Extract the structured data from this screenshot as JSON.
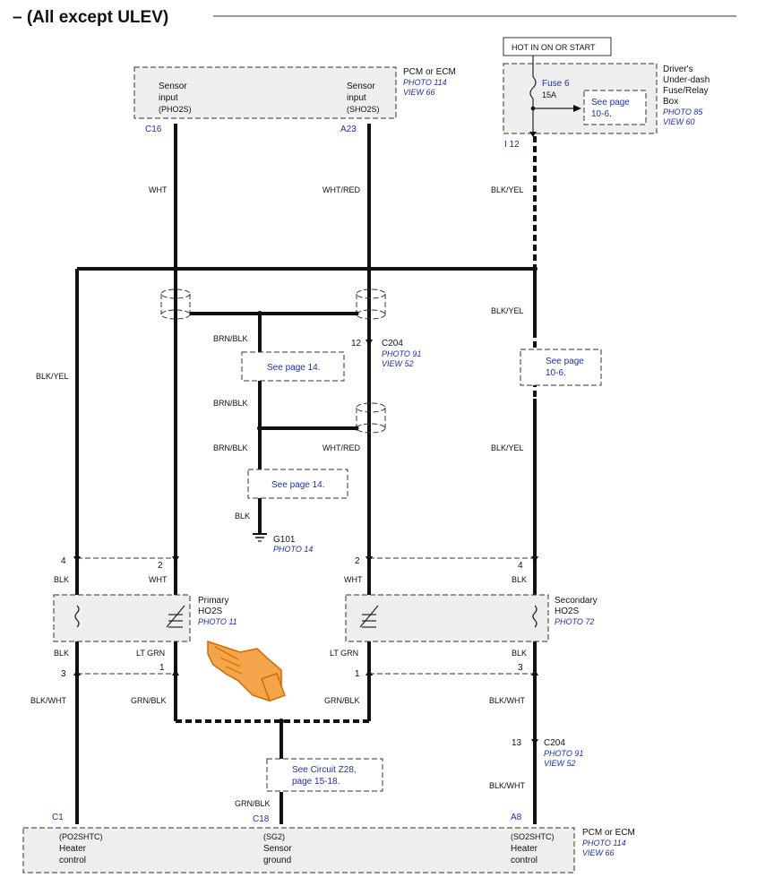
{
  "title": "– (All except ULEV)",
  "pcm_top": {
    "name_line1": "PCM or ECM",
    "photo": "PHOTO 114",
    "view": "VIEW 66",
    "left_sensor": [
      "Sensor",
      "input",
      "(PHO2S)"
    ],
    "right_sensor": [
      "Sensor",
      "input",
      "(SHO2S)"
    ],
    "pin_left": "C16",
    "pin_right": "A23"
  },
  "fusebox": {
    "hot_label": "HOT IN ON OR START",
    "fuse": "Fuse 6",
    "amps": "15A",
    "see_page": [
      "See page",
      "10-6."
    ],
    "name": [
      "Driver's",
      "Under-dash",
      "Fuse/Relay",
      "Box"
    ],
    "photo": "PHOTO 85",
    "view": "VIEW 60",
    "pin": "I 12"
  },
  "wires": {
    "wht": "WHT",
    "wht_red": "WHT/RED",
    "blk_yel": "BLK/YEL",
    "brn_blk": "BRN/BLK",
    "blk": "BLK",
    "lt_grn": "LT GRN",
    "blk_wht": "BLK/WHT",
    "grn_blk": "GRN/BLK"
  },
  "c204_top": {
    "pin": "12",
    "name": "C204",
    "photo": "PHOTO 91",
    "view": "VIEW 52"
  },
  "c204_bottom": {
    "pin": "13",
    "name": "C204",
    "photo": "PHOTO 91",
    "view": "VIEW 52"
  },
  "see_page_14": "See page 14.",
  "see_page_10_6": [
    "See page",
    "10-6."
  ],
  "see_circuit": [
    "See Circuit Z28,",
    "page 15-18."
  ],
  "ground": {
    "name": "G101",
    "photo": "PHOTO 14"
  },
  "primary": {
    "name": [
      "Primary",
      "HO2S"
    ],
    "photo": "PHOTO 11"
  },
  "secondary": {
    "name": [
      "Secondary",
      "HO2S"
    ],
    "photo": "PHOTO 72"
  },
  "pins": {
    "p1": "1",
    "p2": "2",
    "p3": "3",
    "p4": "4"
  },
  "pcm_bottom": {
    "name_line1": "PCM or ECM",
    "photo": "PHOTO 114",
    "view": "VIEW 66",
    "left": [
      "(PO2SHTC)",
      "Heater",
      "control"
    ],
    "center": [
      "(SG2)",
      "Sensor",
      "ground"
    ],
    "right": [
      "(SO2SHTC)",
      "Heater",
      "control"
    ],
    "pin_left": "C1",
    "pin_center": "C18",
    "pin_right": "A8"
  }
}
